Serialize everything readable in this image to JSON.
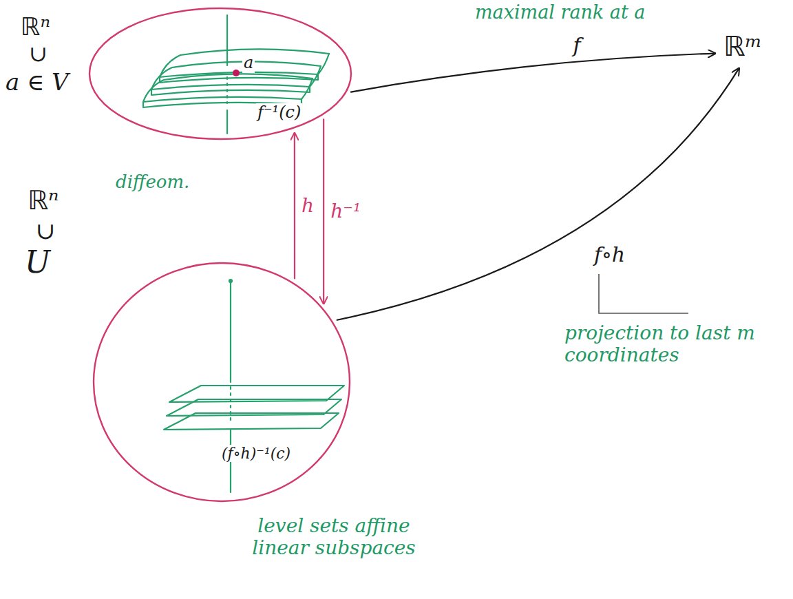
{
  "diagram": {
    "nodes": [
      {
        "text": [
          "a",
          "f⁻¹(c)"
        ]
      },
      {
        "text": [
          "(f∘h)⁻¹(c)"
        ]
      },
      {
        "text": [
          "ℝᵐ"
        ]
      }
    ],
    "edges": [
      {
        "from": 0,
        "to": 2,
        "arrow": "to",
        "label": "f"
      },
      {
        "from": 1,
        "to": 2,
        "arrow": "to",
        "label": "f∘h"
      },
      {
        "from": 1,
        "to": 0,
        "arrow": "to",
        "label": "h"
      },
      {
        "from": 0,
        "to": 1,
        "arrow": "to",
        "label": "h⁻¹"
      }
    ],
    "labels": [
      "maximal rank at a",
      "ℝⁿ",
      "∪",
      "a ∈ V",
      "diffeom.",
      "ℝⁿ",
      "∪",
      "U",
      "projection to last m coordinates",
      "level sets affine linear subspaces"
    ]
  }
}
